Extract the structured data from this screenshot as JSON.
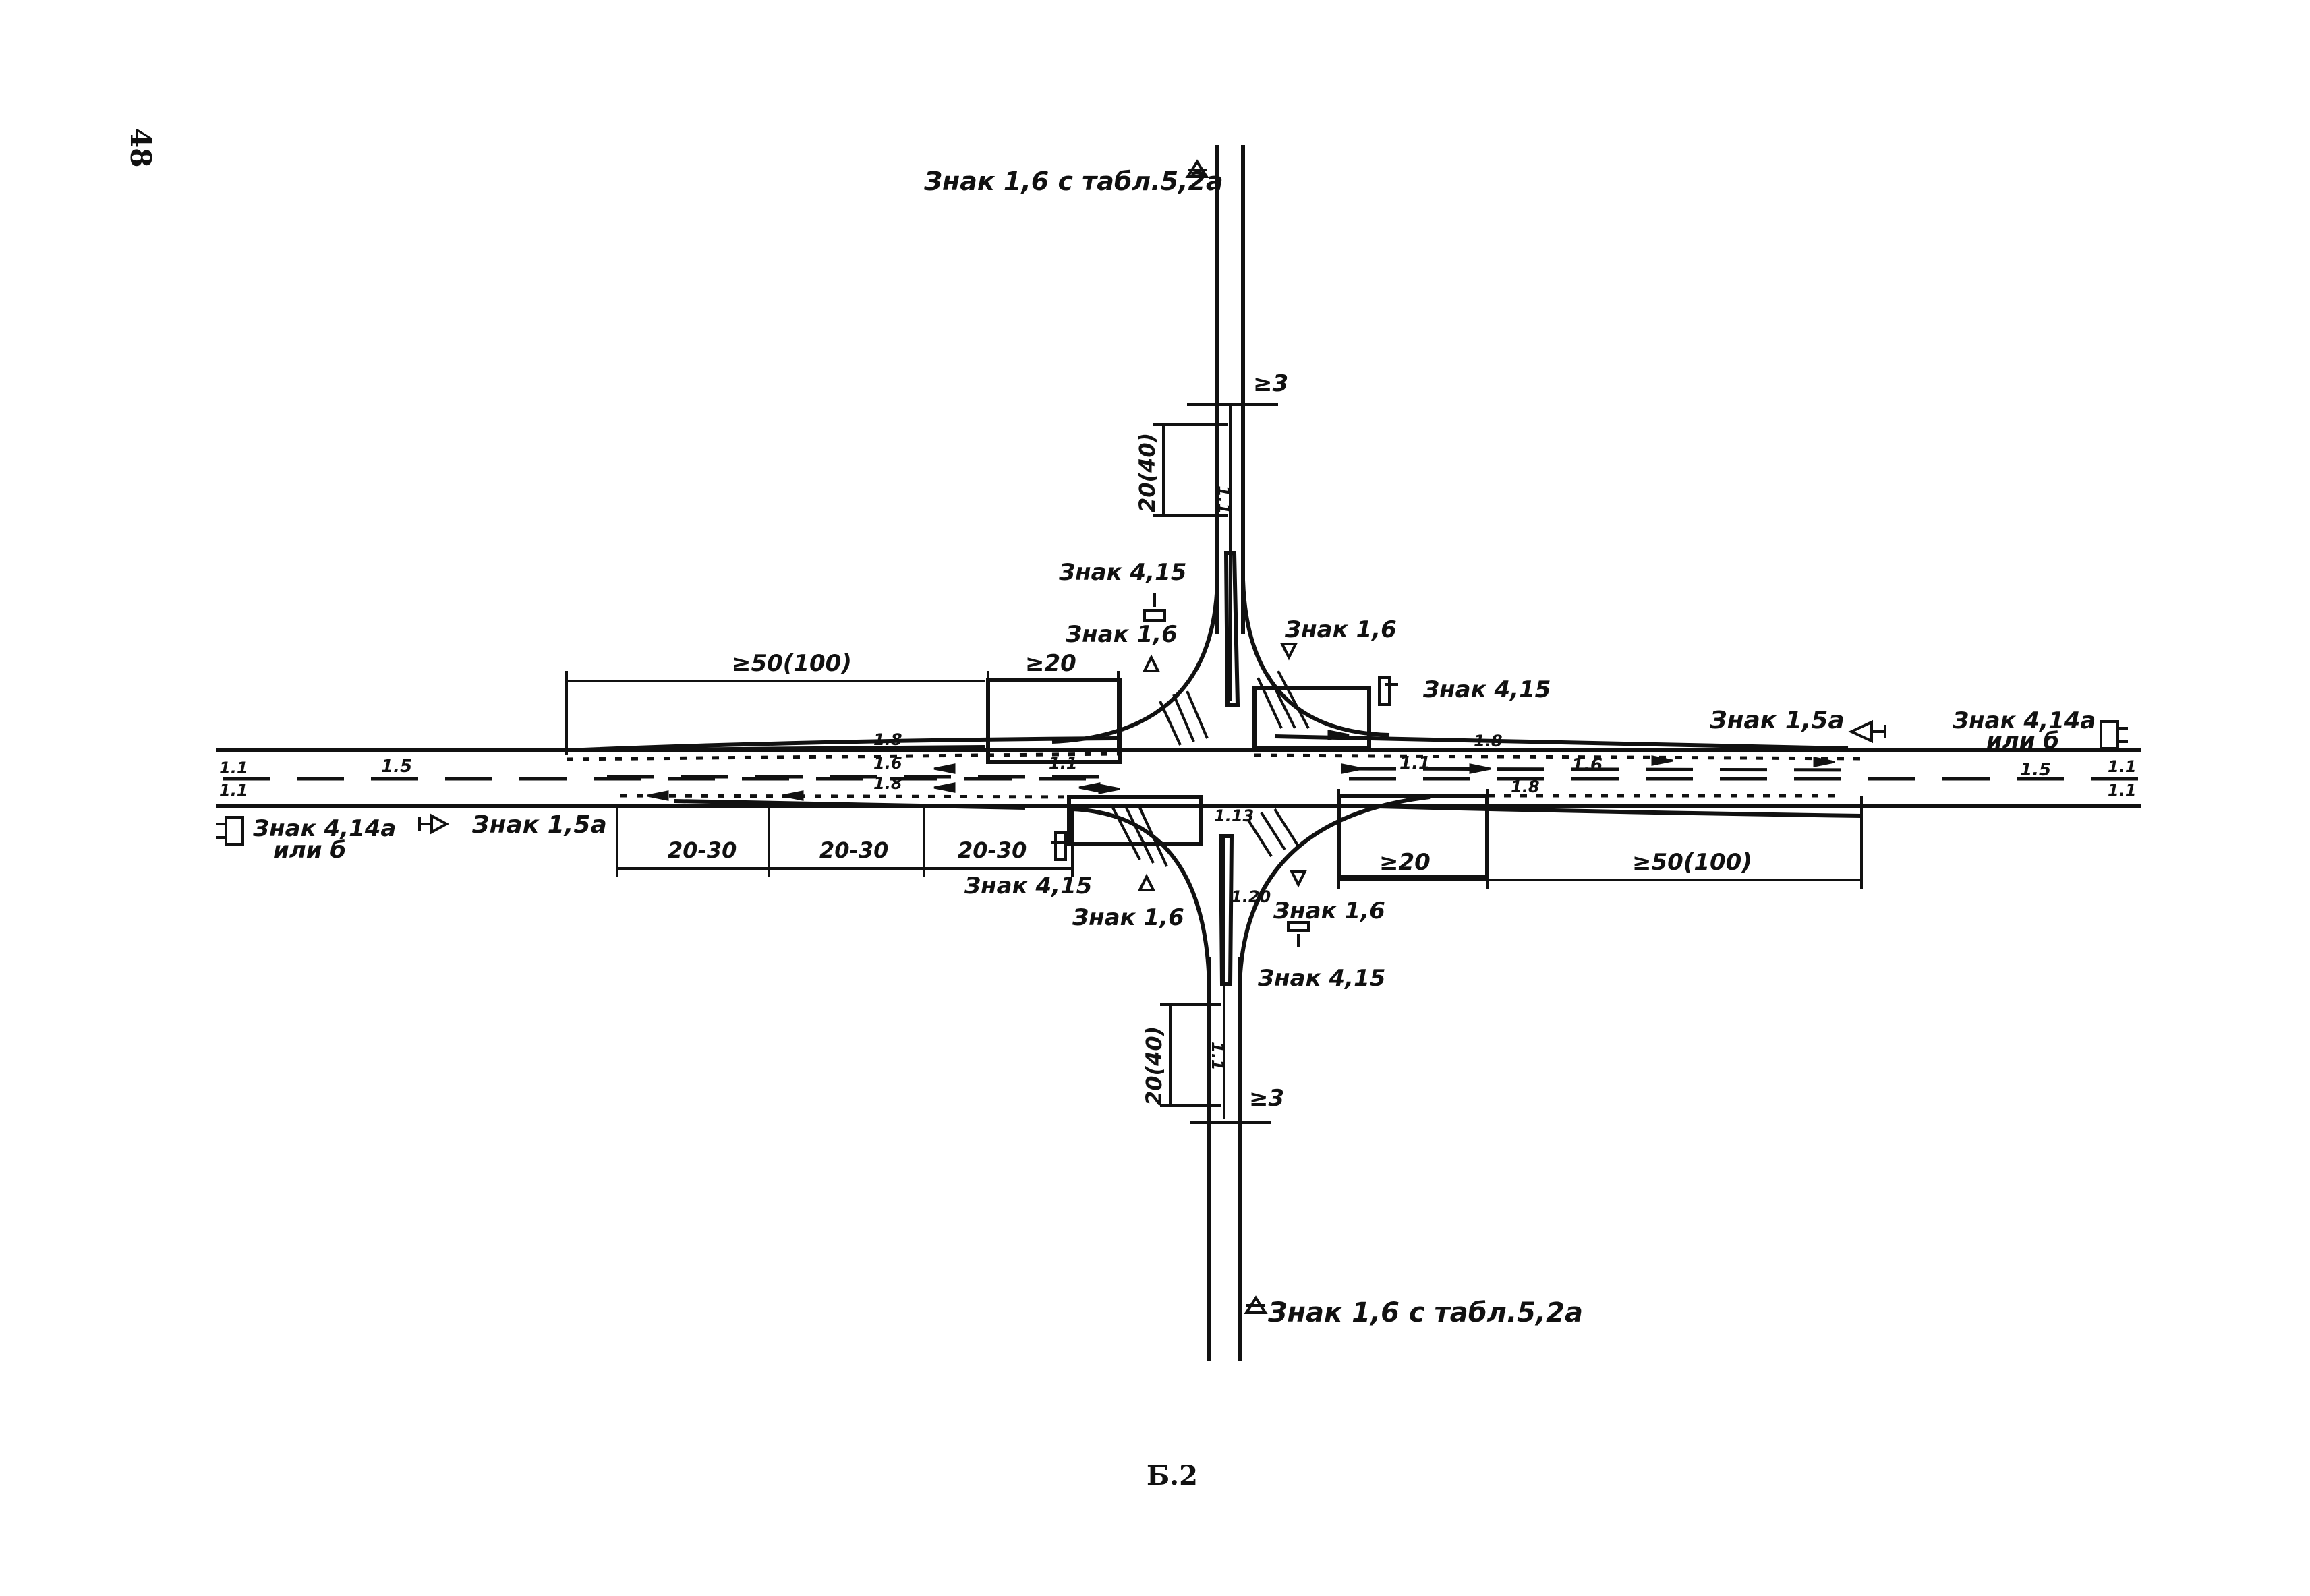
{
  "page": {
    "page_number": "48",
    "figure_caption": "Б.2"
  },
  "signs": {
    "top_sign": "Знак 1,6 с табл.5,2а",
    "bottom_sign": "Знак 1,6 с табл.5,2а",
    "nw_415": "Знак 4,15",
    "nw_16": "Знак 1,6",
    "ne_16": "Знак 1,6",
    "ne_415": "Знак 4,15",
    "east_15a": "Знак 1,5а",
    "east_414a_line1": "Знак 4,14а",
    "east_414a_line2": "или б",
    "west_414a_line1": "Знак 4,14а",
    "west_414a_line2": "или б",
    "west_15a": "Знак 1,5а",
    "sw_415": "Знак 4,15",
    "sw_16": "Знак 1,6",
    "se_16": "Знак 1,6",
    "se_415": "Знак 4,15"
  },
  "dimensions": {
    "top_gap": "≥3",
    "bottom_gap": "≥3",
    "top_len": "20(40)",
    "bottom_len": "20(40)",
    "west_taper": "≥50(100)",
    "west_short": "≥20",
    "east_short": "≥20",
    "east_taper": "≥50(100)",
    "seg1": "20-30",
    "seg2": "20-30",
    "seg3": "20-30"
  },
  "markings": {
    "m11": "1.1",
    "m15": "1.5",
    "m16": "1.6",
    "m18": "1.8",
    "m113": "1.13",
    "m120": "1.20"
  }
}
